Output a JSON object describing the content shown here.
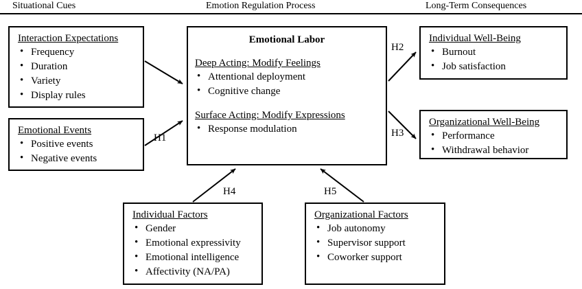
{
  "diagram": {
    "column_headers": [
      {
        "id": "situational-cues",
        "label": "Situational Cues"
      },
      {
        "id": "emotion-regulation-process",
        "label": "Emotion Regulation Process"
      },
      {
        "id": "long-term-consequences",
        "label": "Long-Term Consequences"
      }
    ],
    "boxes": {
      "interaction_expectations": {
        "title": "Interaction Expectations",
        "items": [
          "Frequency",
          "Duration",
          "Variety",
          "Display rules"
        ]
      },
      "emotional_events": {
        "title": "Emotional Events",
        "items": [
          "Positive events",
          "Negative events"
        ]
      },
      "emotional_labor": {
        "title": "Emotional Labor",
        "deep_acting": {
          "title": "Deep Acting: Modify Feelings",
          "items": [
            "Attentional deployment",
            "Cognitive change"
          ]
        },
        "surface_acting": {
          "title": "Surface Acting: Modify Expressions",
          "items": [
            "Response modulation"
          ]
        }
      },
      "individual_well_being": {
        "title": "Individual Well-Being",
        "items": [
          "Burnout",
          "Job satisfaction"
        ]
      },
      "organizational_well_being": {
        "title": "Organizational Well-Being",
        "items": [
          "Performance",
          "Withdrawal behavior"
        ]
      },
      "individual_factors": {
        "title": "Individual Factors",
        "items": [
          "Gender",
          "Emotional expressivity",
          "Emotional intelligence",
          "Affectivity (NA/PA)"
        ]
      },
      "organizational_factors": {
        "title": "Organizational Factors",
        "items": [
          "Job autonomy",
          "Supervisor support",
          "Coworker support"
        ]
      }
    },
    "hypothesis_labels": [
      {
        "id": "h1",
        "label": "H1"
      },
      {
        "id": "h2",
        "label": "H2"
      },
      {
        "id": "h3",
        "label": "H3"
      },
      {
        "id": "h4",
        "label": "H4"
      },
      {
        "id": "h5",
        "label": "H5"
      }
    ],
    "colors": {
      "line": "#000000",
      "background": "#ffffff",
      "text": "#000000"
    }
  }
}
